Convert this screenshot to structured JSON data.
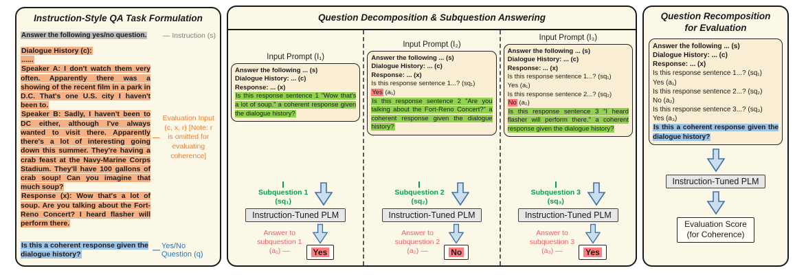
{
  "colors": {
    "panel_bg": "#FBF8E8",
    "box_bg": "#FAEFD4",
    "gray_highlight": "#BFBFBF",
    "orange_highlight": "#F5B183",
    "blue_highlight": "#9DC3E6",
    "green_highlight": "#92D050",
    "red_highlight": "#FF7C80",
    "gray_label": "#7F7F7F",
    "orange_label": "#ED7D31",
    "blue_label": "#2E75B6",
    "green_label": "#00A14B",
    "red_label": "#EE5F63",
    "arrow_fill": "#C9DEF1",
    "arrow_stroke": "#41719C"
  },
  "left": {
    "title": "Instruction-Style QA Task Formulation",
    "instruction_text": "Answer the following yes/no question.",
    "instruction_label": "— Instruction (s)",
    "dash": "—",
    "dh_header": "Dialogue History (c):",
    "dh_ellipsis": "......",
    "sa_lead": "Speaker A:",
    "sa_text": " I don't watch them very often. Apparently there was a showing of the recent film in a park in D.C. That's one U.S. city I haven't been to.",
    "sb_lead": "Speaker B:",
    "sb_text": " Sadly, I haven't been to DC either, although I've always wanted to visit there. Apparently there's a lot of interesting going down this summer. They're having a crab feast at the Navy-Marine Corps Stadium. They'll have 100 gallons of crab soup! Can you imagine that much soup?",
    "resp_lead": "Response (x):",
    "resp_text": " Wow that's a lot of soup. Are you talking about the Fort-Reno Concert? I heard flasher will perform there.",
    "eval_label": "Evaluation Input (c, x, r) [Note: r is omitted for evaluating coherence]",
    "question_text": "Is this a coherent response given the dialogue history?",
    "question_label": "Yes/No Question (q)"
  },
  "middle": {
    "title": "Question Decomposition & Subquestion Answering",
    "columns": [
      {
        "prompt_title": "Input Prompt (I₁)",
        "line_s": "Answer the following ... (s)",
        "line_c": "Dialogue History: ... (c)",
        "line_x": "Response: ... (x)",
        "subq_text": "Is this response sentence 1 \"Wow that's a lot of soup.\" a coherent response given the dialogue history?",
        "subq_label": "Subquestion 1",
        "subq_var": "(sq₁)",
        "plm": "Instruction-Tuned PLM",
        "ans_label_1": "Answer to",
        "ans_label_2": "subquestion 1",
        "ans_var": "(a₁) —",
        "answer": "Yes"
      },
      {
        "prompt_title": "Input Prompt (I₂)",
        "line_s": "Answer the following ... (s)",
        "line_c": "Dialogue History: ... (c)",
        "line_x": "Response: ... (x)",
        "hist_q1": "Is this response sentence 1...? (sq₁)",
        "hist_a1": "Yes",
        "hist_a1_var": " (a₁)",
        "subq_text": "Is this response sentence 2 \"Are you talking about the Fort-Reno Concert?\" a coherent response given the dialogue history?",
        "subq_label": "Subquestion 2",
        "subq_var": "(sq₂)",
        "plm": "Instruction-Tuned PLM",
        "ans_label_1": "Answer to",
        "ans_label_2": "subquestion 2",
        "ans_var": "(a₂) —",
        "answer": "No"
      },
      {
        "prompt_title": "Input Prompt (I₃)",
        "line_s": "Answer the following ... (s)",
        "line_c": "Dialogue History: ... (c)",
        "line_x": "Response: ... (x)",
        "hist_q1": "Is this response sentence 1...? (sq₁)",
        "hist_a1": "Yes (a₁)",
        "hist_q2": "Is this response sentence 2...? (sq₂)",
        "hist_a2": "No",
        "hist_a2_var": " (a₂)",
        "subq_text": "Is this response sentence 3 \"I heard flasher will perform there.\" a coherent response given the dialogue history?",
        "subq_label": "Subquestion 3",
        "subq_var": "(sq₃)",
        "plm": "Instruction-Tuned PLM",
        "ans_label_1": "Answer to",
        "ans_label_2": "subquestion 3",
        "ans_var": "(a₃) —",
        "answer": "Yes"
      }
    ]
  },
  "right": {
    "title_1": "Question Recomposition",
    "title_2": "for Evaluation",
    "line_s": "Answer the following ... (s)",
    "line_c": "Dialogue History: ... (c)",
    "line_x": "Response: ... (x)",
    "q1": "Is this response sentence 1...? (sq₁)",
    "a1": "Yes (a₁)",
    "q2": "Is this response sentence 2...? (sq₂)",
    "a2": "No (a₂)",
    "q3": "Is this response sentence 3...? (sq₃)",
    "a3": "Yes (a₃)",
    "final_q": "Is this a coherent response given the dialogue history?",
    "plm": "Instruction-Tuned PLM",
    "score_1": "Evaluation Score",
    "score_2": "(for Coherence)"
  }
}
